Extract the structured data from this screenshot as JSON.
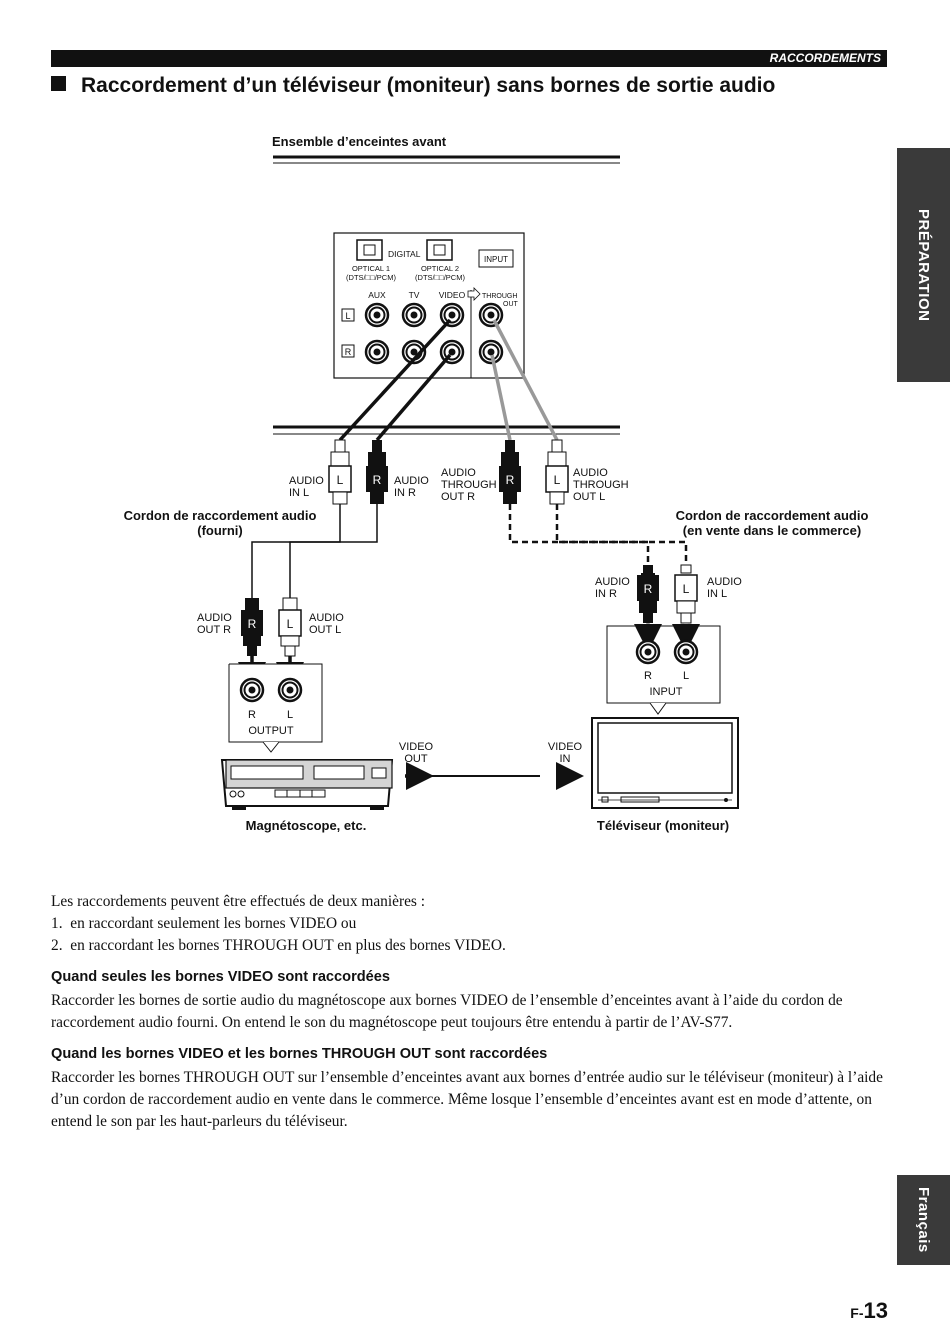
{
  "header": {
    "section": "RACCORDEMENTS"
  },
  "title": "Raccordement d’un téléviseur (moniteur) sans bornes de sortie audio",
  "side_tabs": {
    "top": "PRÉPARATION",
    "bottom": "Français"
  },
  "diagram": {
    "front_speaker": "Ensemble d’enceintes avant",
    "panel": {
      "digital": "DIGITAL",
      "optical1": "OPTICAL 1",
      "optical1_fmt": "(DTS/□□/PCM)",
      "optical2": "OPTICAL 2",
      "optical2_fmt": "(DTS/□□/PCM)",
      "input": "INPUT",
      "aux": "AUX",
      "tv": "TV",
      "video": "VIDEO",
      "through": "THROUGH",
      "out": "OUT",
      "l": "L",
      "r": "R"
    },
    "plugs": {
      "audio_in_l": [
        "AUDIO",
        "IN L"
      ],
      "audio_in_r": [
        "AUDIO",
        "IN R"
      ],
      "through_out_r": [
        "AUDIO",
        "THROUGH",
        "OUT R"
      ],
      "through_out_l": [
        "AUDIO",
        "THROUGH",
        "OUT L"
      ],
      "vcr_out_r": [
        "AUDIO",
        "OUT R"
      ],
      "vcr_out_l": [
        "AUDIO",
        "OUT L"
      ],
      "tv_in_r": [
        "AUDIO",
        "IN R"
      ],
      "tv_in_l": [
        "AUDIO",
        "IN L"
      ],
      "r": "R",
      "l": "L"
    },
    "cord_supplied": [
      "Cordon de raccordement audio",
      "(fourni)"
    ],
    "cord_commercial": [
      "Cordon de raccordement audio",
      "(en vente dans le commerce)"
    ],
    "vcr_output": "OUTPUT",
    "tv_input": "INPUT",
    "video_out": [
      "VIDEO",
      "OUT"
    ],
    "video_in": [
      "VIDEO",
      "IN"
    ],
    "vcr_caption": "Magnétoscope, etc.",
    "tv_caption": "Téléviseur (moniteur)"
  },
  "body": {
    "intro": "Les raccordements peuvent être effectués de deux manières :",
    "item1": "1.  en raccordant seulement les bornes VIDEO ou",
    "item2": "2.  en raccordant les bornes THROUGH OUT en plus des bornes VIDEO.",
    "section1_title": "Quand seules les bornes VIDEO sont raccordées",
    "section1_text": "Raccorder les bornes de sortie audio du magnétoscope aux bornes VIDEO de l’ensemble d’enceintes avant à l’aide du cordon de raccordement audio fourni. On entend le son du magnétoscope peut toujours être entendu à partir de l’AV-S77.",
    "section2_title": "Quand les bornes VIDEO et les bornes THROUGH OUT sont raccordées",
    "section2_text": "Raccorder les bornes THROUGH OUT sur l’ensemble d’enceintes avant aux bornes d’entrée audio sur le téléviseur (moniteur) à l’aide d’un cordon de raccordement audio en vente dans le commerce. Même losque l’ensemble d’enceintes avant est en mode d’attente, on entend le son par les haut-parleurs du téléviseur."
  },
  "page_number": {
    "prefix": "F-",
    "number": "13"
  }
}
